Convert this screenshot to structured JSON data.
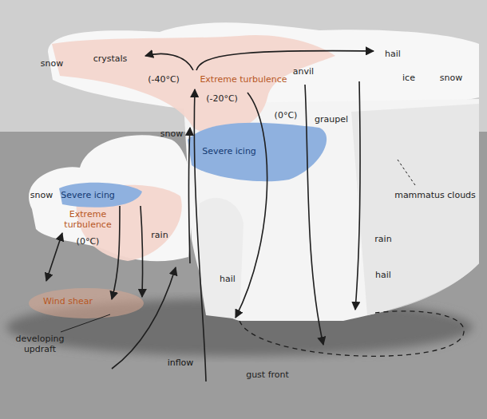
{
  "diagram": {
    "labels": [
      "snow",
      "crystals",
      "(-40°C)",
      "anvil",
      "hail",
      "ice",
      "snow",
      "Extreme turbulence",
      "(-20°C)",
      "snow",
      "(0°C)",
      "graupel",
      "Severe icing",
      "mammatus clouds",
      "snow",
      "Severe icing",
      "Extreme turbulence",
      "(0°C)",
      "rain",
      "rain",
      "hail",
      "hail",
      "Wind shear",
      "developing updraft",
      "inflow",
      "gust front"
    ]
  }
}
